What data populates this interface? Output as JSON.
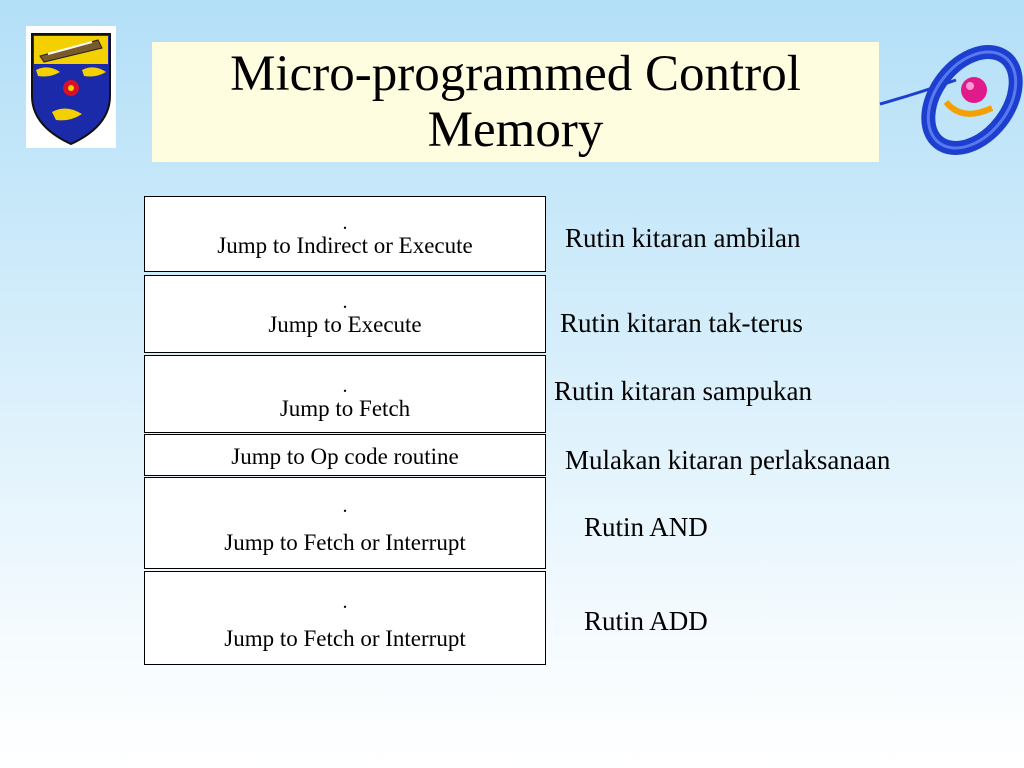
{
  "title": {
    "line1": "Micro-programmed Control",
    "line2": "Memory"
  },
  "memory_blocks": [
    {
      "dot": ".",
      "text": "Jump to Indirect or Execute"
    },
    {
      "dot": ".",
      "text": "Jump to Execute"
    },
    {
      "dot": ".",
      "text": "Jump to Fetch"
    },
    {
      "dot": "",
      "text": "Jump to Op code routine"
    },
    {
      "dot": ".",
      "text": "Jump to Fetch or Interrupt"
    },
    {
      "dot": ".",
      "text": "Jump to Fetch or Interrupt"
    }
  ],
  "labels": [
    "Rutin kitaran ambilan",
    "Rutin kitaran tak-terus",
    "Rutin kitaran sampukan",
    "Mulakan kitaran perlaksanaan",
    "Rutin AND",
    "Rutin ADD"
  ],
  "colors": {
    "title_background": "#fffde0",
    "shield_blue": "#1a2aa8",
    "shield_yellow": "#f4d000",
    "shield_red": "#d8102a",
    "ornament_blue": "#1d3fd0",
    "ornament_ball": "#e01a8a"
  },
  "icons": {
    "logo": "university-crest-icon",
    "ornament": "orbit-emblem-icon"
  }
}
